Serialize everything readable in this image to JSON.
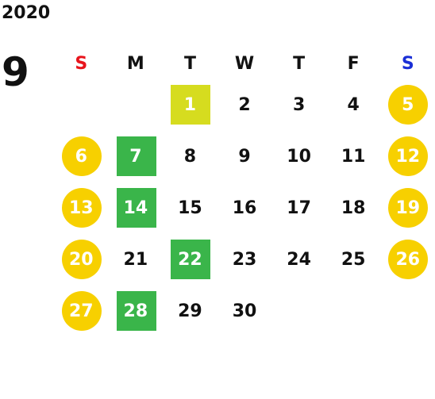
{
  "calendar": {
    "year": "2020",
    "month": "9",
    "weekdays": [
      "S",
      "M",
      "T",
      "W",
      "T",
      "F",
      "S"
    ],
    "weekday_colors": [
      "#e8141c",
      "#111111",
      "#111111",
      "#111111",
      "#111111",
      "#111111",
      "#1a2fd6"
    ],
    "mark_colors": {
      "circle": "#f7d000",
      "square": "#3ab54a",
      "lime": "#d6dc1f"
    },
    "weeks": [
      [
        {
          "d": ""
        },
        {
          "d": ""
        },
        {
          "d": "1",
          "mark": "lime"
        },
        {
          "d": "2"
        },
        {
          "d": "3"
        },
        {
          "d": "4"
        },
        {
          "d": "5",
          "mark": "circle"
        }
      ],
      [
        {
          "d": "6",
          "mark": "circle"
        },
        {
          "d": "7",
          "mark": "square"
        },
        {
          "d": "8"
        },
        {
          "d": "9"
        },
        {
          "d": "10"
        },
        {
          "d": "11"
        },
        {
          "d": "12",
          "mark": "circle"
        }
      ],
      [
        {
          "d": "13",
          "mark": "circle"
        },
        {
          "d": "14",
          "mark": "square"
        },
        {
          "d": "15"
        },
        {
          "d": "16"
        },
        {
          "d": "17"
        },
        {
          "d": "18"
        },
        {
          "d": "19",
          "mark": "circle"
        }
      ],
      [
        {
          "d": "20",
          "mark": "circle"
        },
        {
          "d": "21"
        },
        {
          "d": "22",
          "mark": "square"
        },
        {
          "d": "23"
        },
        {
          "d": "24"
        },
        {
          "d": "25"
        },
        {
          "d": "26",
          "mark": "circle"
        }
      ],
      [
        {
          "d": "27",
          "mark": "circle"
        },
        {
          "d": "28",
          "mark": "square"
        },
        {
          "d": "29"
        },
        {
          "d": "30"
        },
        {
          "d": ""
        },
        {
          "d": ""
        },
        {
          "d": ""
        }
      ]
    ]
  }
}
